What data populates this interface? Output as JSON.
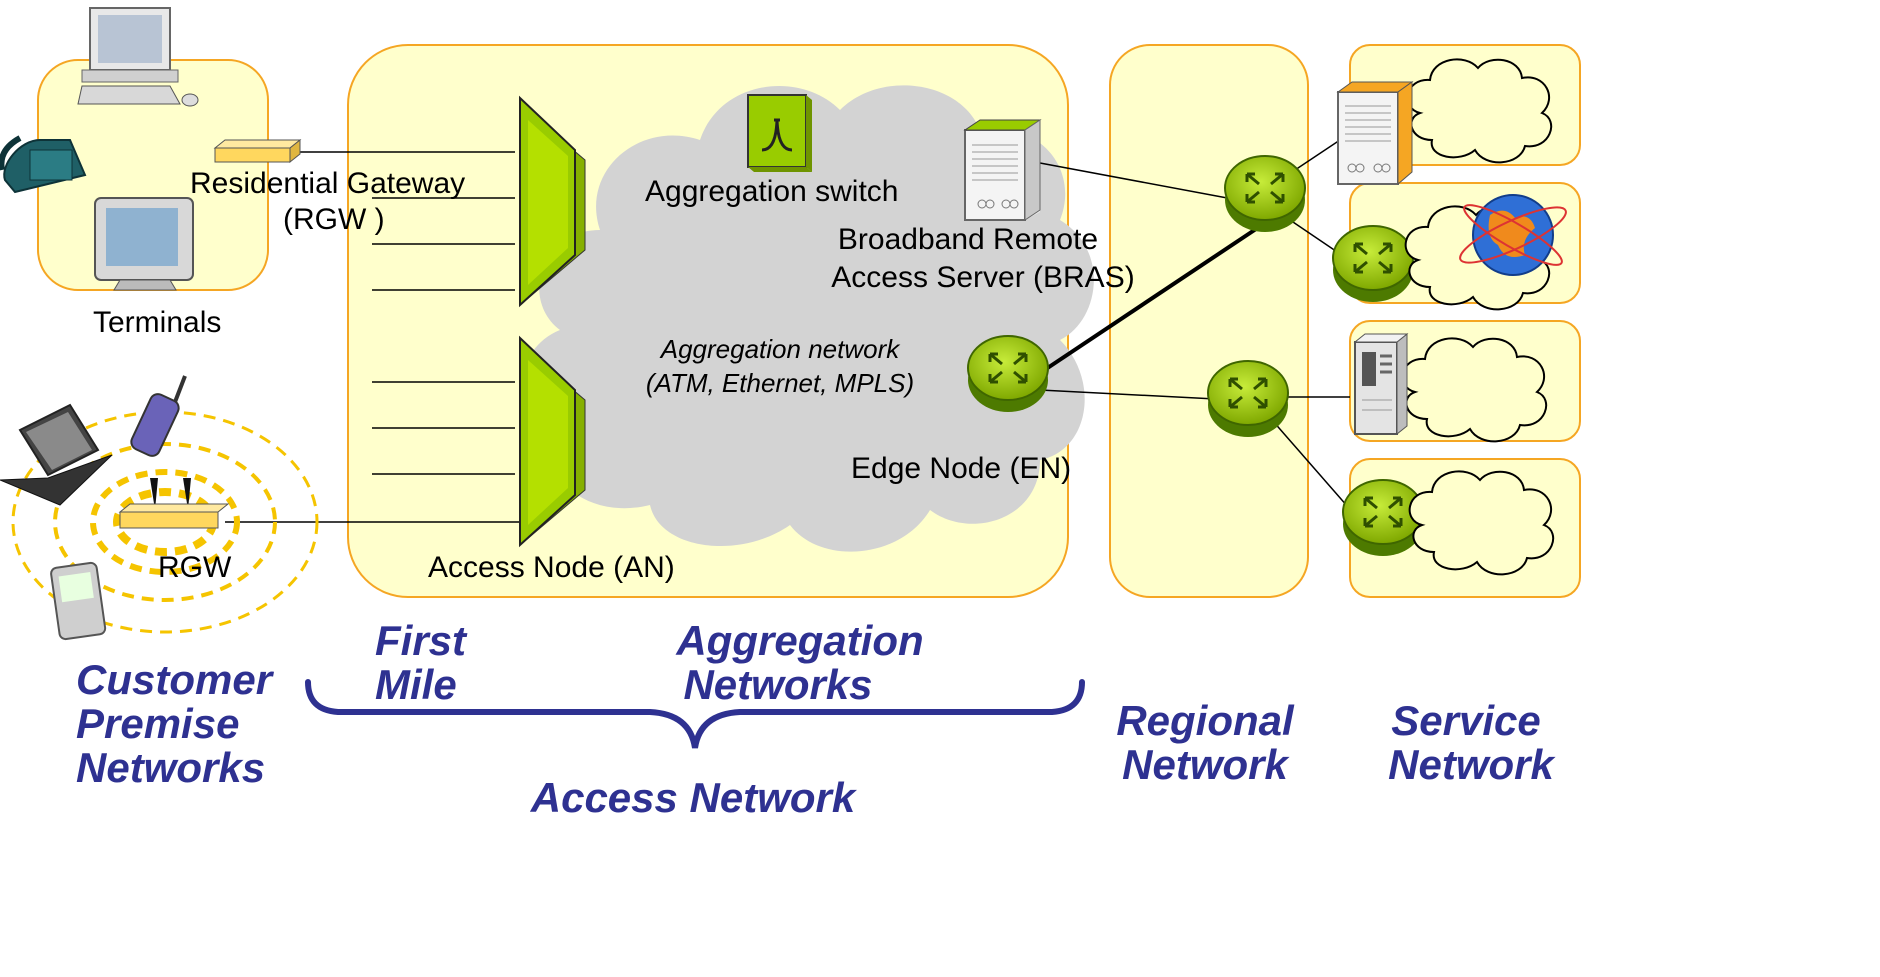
{
  "labels": {
    "residential_gateway": "Residential Gateway",
    "rgw_paren": "(RGW )",
    "terminals": "Terminals",
    "rgw": "RGW",
    "aggregation_switch": "Aggregation switch",
    "bras_line1": "Broadband Remote",
    "bras_line2": "Access Server (BRAS)",
    "agg_network_line1": "Aggregation network",
    "agg_network_line2": "(ATM, Ethernet, MPLS)",
    "edge_node": "Edge Node (EN)",
    "access_node": "Access Node (AN)"
  },
  "sections": {
    "first_mile": [
      "First",
      "Mile"
    ],
    "aggregation_networks": [
      "Aggregation",
      "Networks"
    ],
    "customer_premise": [
      "Customer",
      "Premise",
      "Networks"
    ],
    "access_network": "Access Network",
    "regional_network": [
      "Regional",
      "Network"
    ],
    "service_network": [
      "Service",
      "Network"
    ]
  },
  "colors": {
    "region_fill": "#ffffcc",
    "region_stroke": "#f5a623",
    "cloud": "#d3d3d3",
    "device_green": "#99cc00",
    "brace": "#2e3191",
    "wifi": "#f5c400"
  },
  "icons": [
    "desktop-computer-icon",
    "telephone-icon",
    "crt-monitor-icon",
    "gateway-modem-icon",
    "laptop-icon",
    "mobile-phone-icon",
    "wireless-router-icon",
    "pda-icon",
    "access-node-icon",
    "aggregation-switch-icon",
    "server-icon",
    "router-icon",
    "globe-icon",
    "tower-server-icon",
    "cloud-icon"
  ]
}
